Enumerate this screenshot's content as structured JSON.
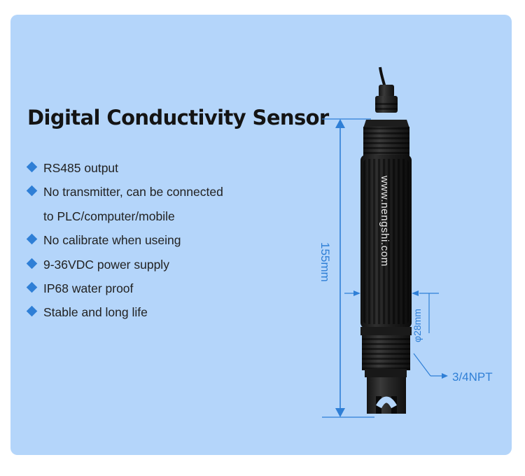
{
  "title": "Digital Conductivity Sensor",
  "features": [
    "RS485 output",
    "No transmitter, can be connected",
    "to PLC/computer/mobile",
    "No calibrate when useing",
    "9-36VDC power supply",
    "IP68 water proof",
    "Stable and long life"
  ],
  "sensor_label": "www.nengshi.com",
  "dimensions": {
    "length": "155mm",
    "diameter": "φ28mm",
    "thread": "3/4NPT"
  },
  "colors": {
    "background": "#b4d5fa",
    "accent": "#2f7fd6",
    "title": "#141414",
    "sensor_body": "#222222"
  }
}
